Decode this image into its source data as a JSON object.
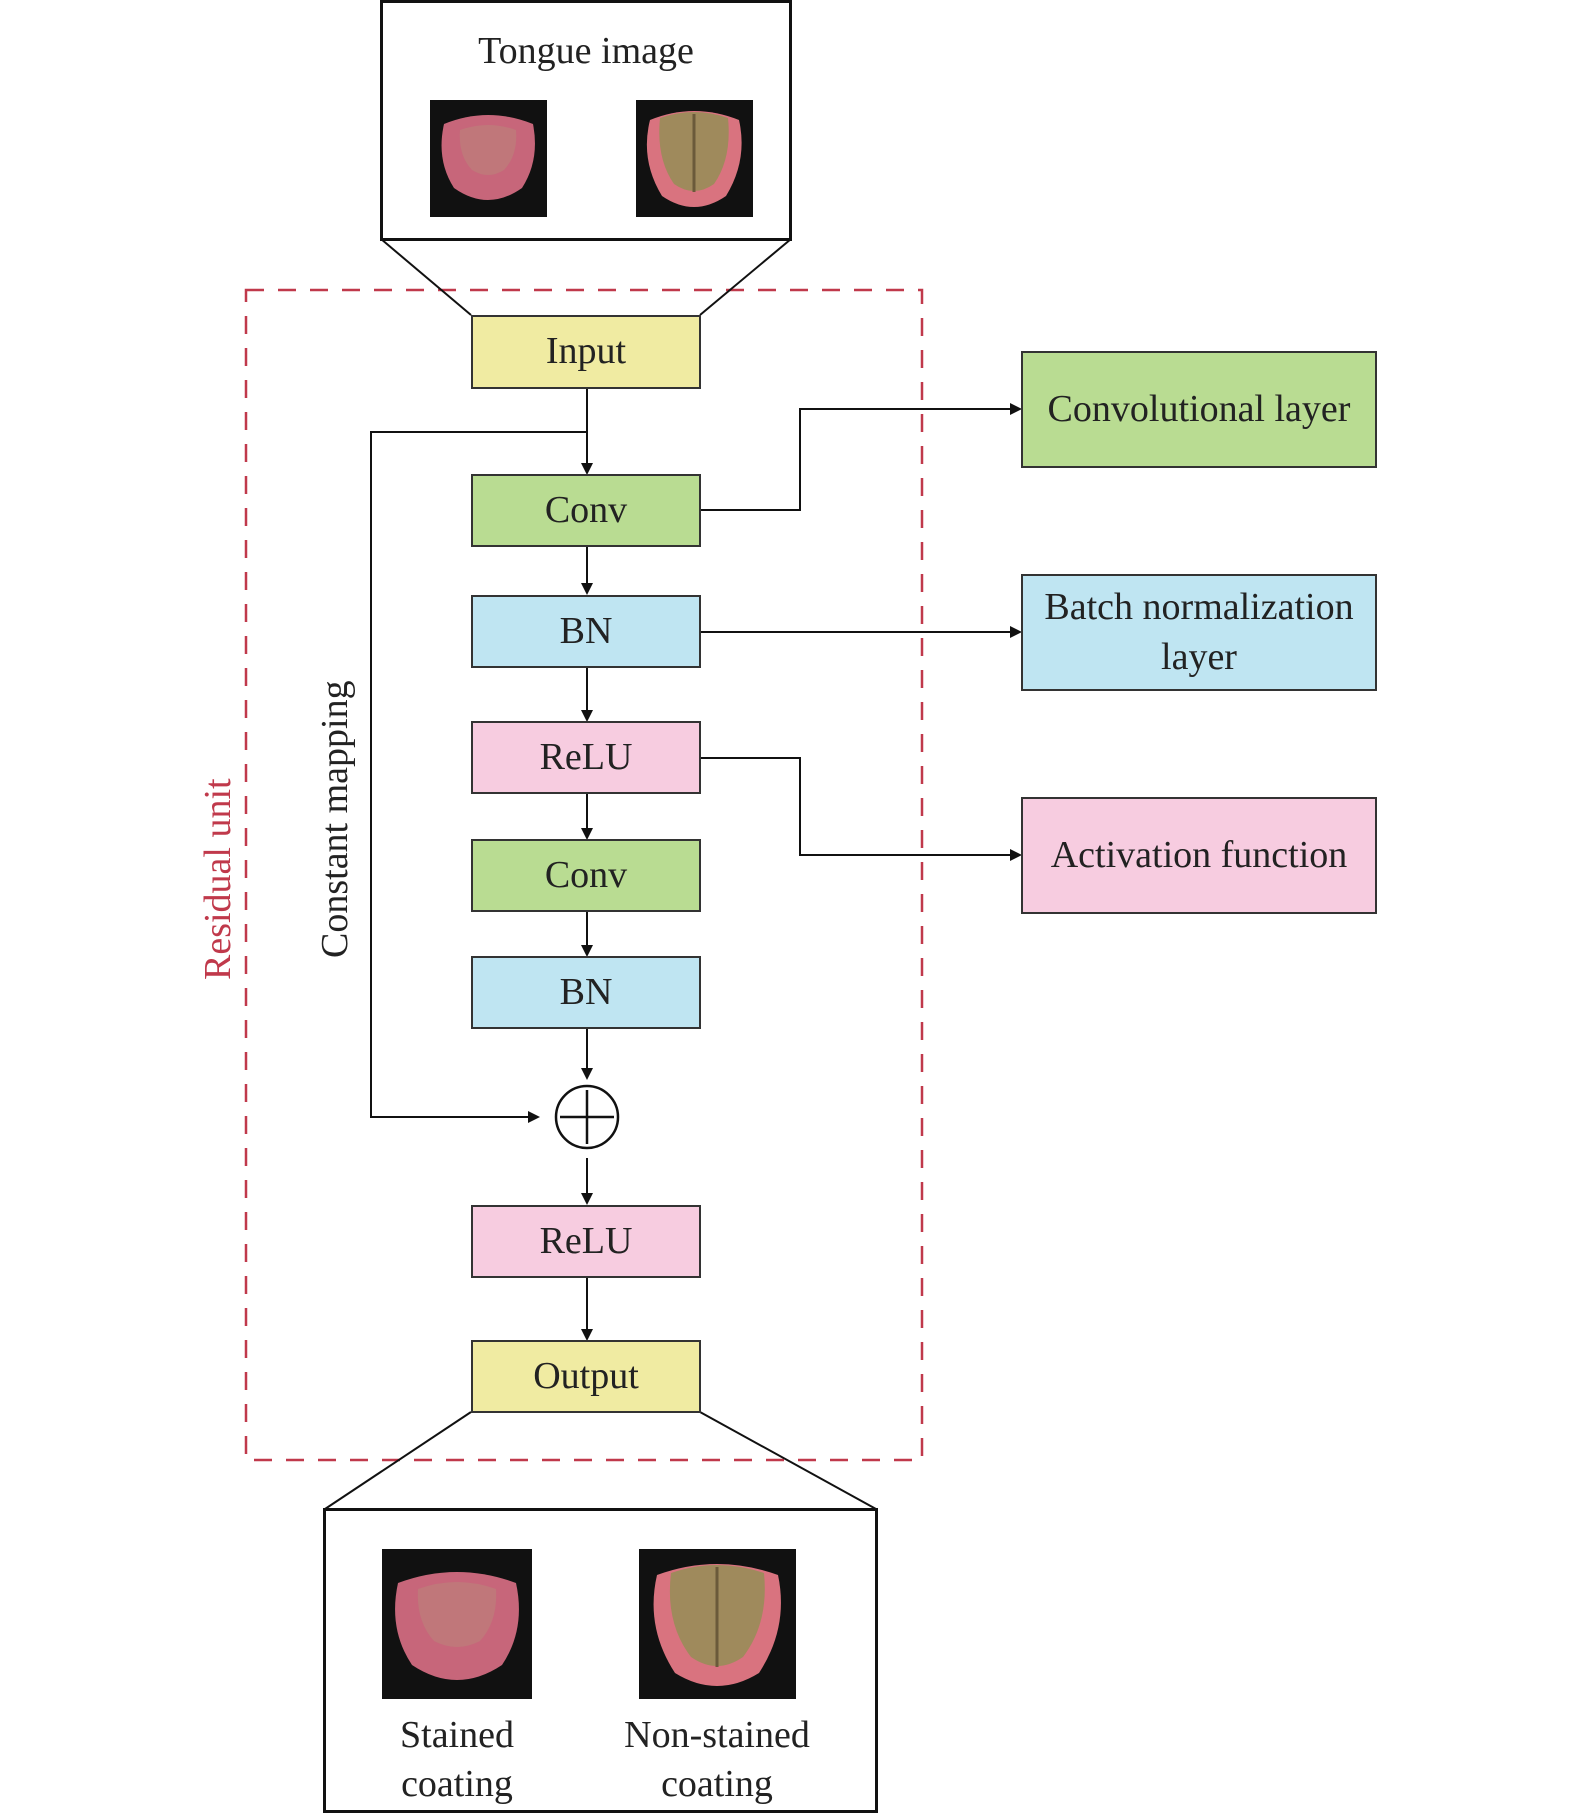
{
  "top_panel": {
    "title": "Tongue image"
  },
  "residual": {
    "label": "Residual unit",
    "color": "#c0394b"
  },
  "skip": {
    "label": "Constant mapping"
  },
  "nodes": {
    "input": "Input",
    "conv1": "Conv",
    "bn1": "BN",
    "relu1": "ReLU",
    "conv2": "Conv",
    "bn2": "BN",
    "relu2": "ReLU",
    "output": "Output"
  },
  "legend": {
    "conv": "Convolutional layer",
    "bn": "Batch normalization layer",
    "act": "Activation function"
  },
  "bottom_panel": {
    "left_caption": "Stained coating",
    "right_caption": "Non-stained coating"
  },
  "colors": {
    "yellow": "#f0eba2",
    "green": "#b9dc92",
    "blue": "#bfe5f2",
    "pink": "#f7cce0"
  }
}
